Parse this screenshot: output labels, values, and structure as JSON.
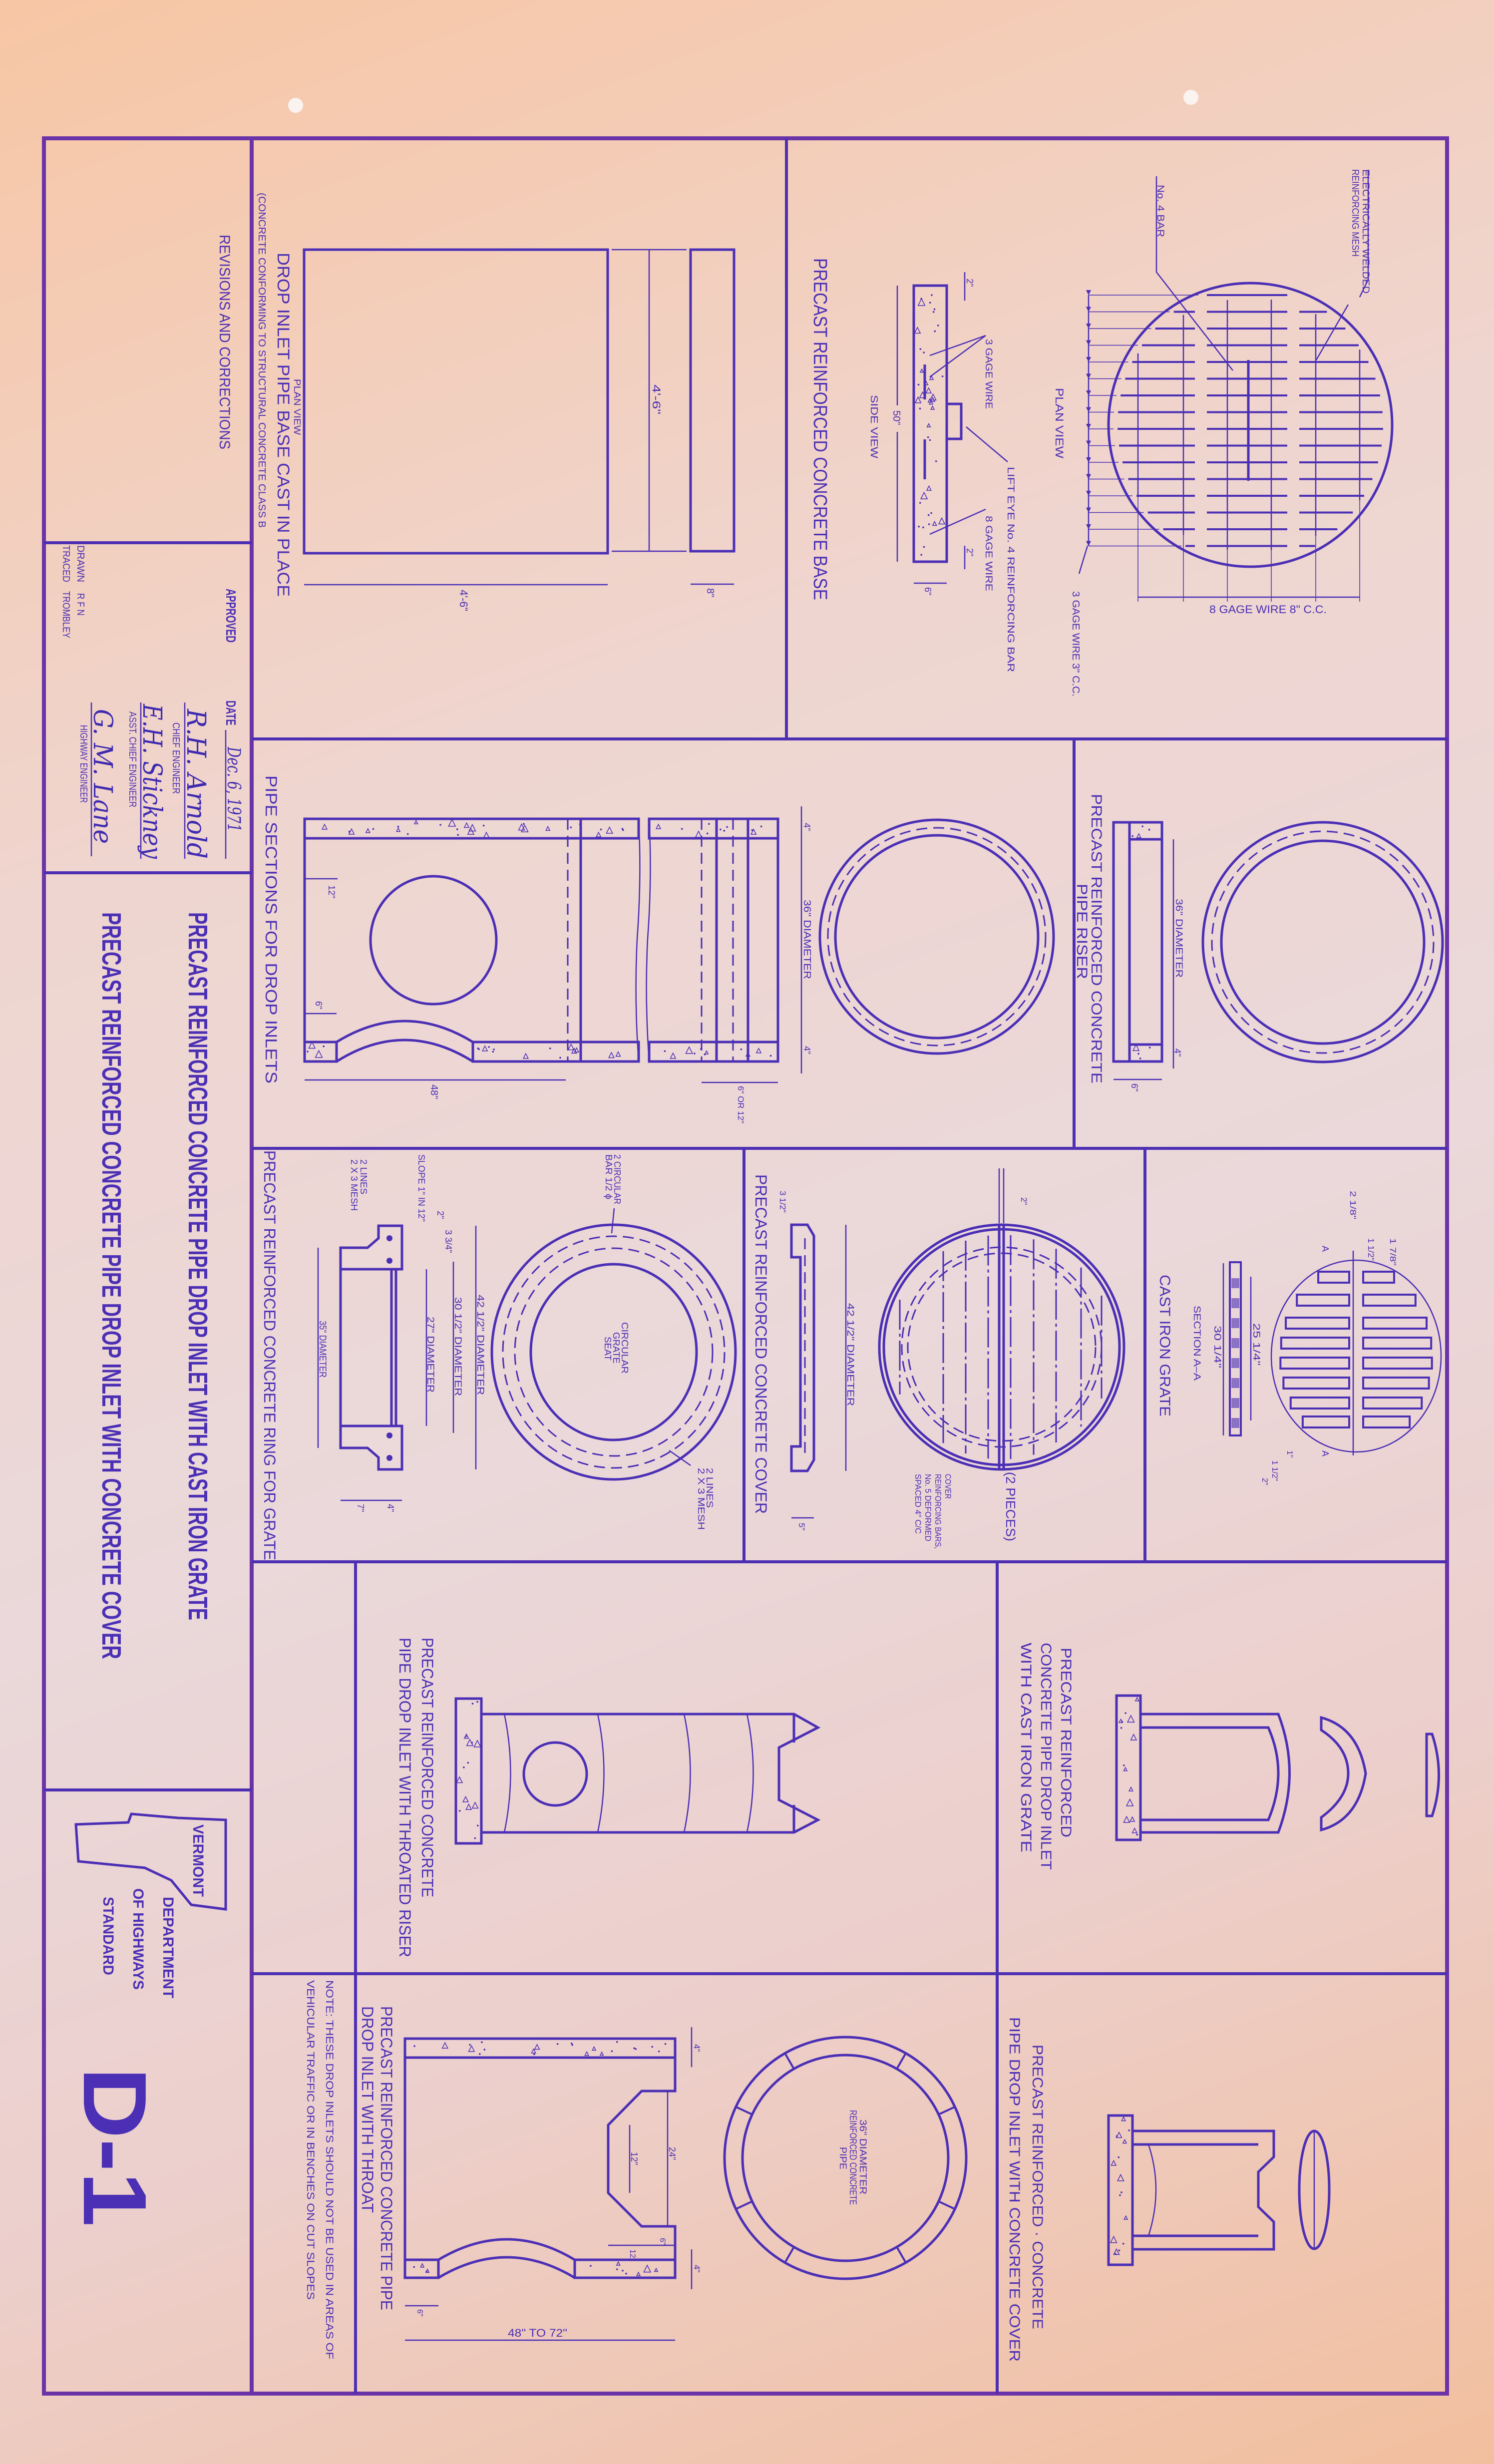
{
  "colors": {
    "ink": "#4b2fb5",
    "frame": "#6b33a8",
    "paper": "#efd5cf"
  },
  "title_block": {
    "revisions_label": "REVISIONS AND CORRECTIONS",
    "approved_label": "APPROVED",
    "date_label": "DATE",
    "date_value": "Dec. 6, 1971",
    "signatures": [
      {
        "name": "R.H. Arnold",
        "role": "CHIEF ENGINEER"
      },
      {
        "name": "E.H. Stickney",
        "role": "ASST. CHIEF ENGINEER"
      },
      {
        "name": "G. M. Lane",
        "role": "HIGHWAY ENGINEER"
      }
    ],
    "drawn_label": "DRAWN",
    "drawn_value": "R F N",
    "traced_label": "TRACED",
    "traced_value": "TROMBLEY",
    "sheet_title_1": "PRECAST REINFORCED CONCRETE PIPE DROP INLET WITH CAST IRON GRATE",
    "sheet_title_2": "PRECAST REINFORCED CONCRETE PIPE DROP INLET WITH CONCRETE COVER",
    "agency": {
      "state": "VERMONT",
      "line1": "DEPARTMENT",
      "line2": "OF HIGHWAYS",
      "line3": "STANDARD"
    },
    "sheet_number": "D-1"
  },
  "panels": {
    "pipe_base": {
      "title": "DROP INLET PIPE BASE CAST IN PLACE",
      "view": "PLAN VIEW",
      "note": "(CONCRETE CONFORMING TO STRUCTURAL CONCRETE CLASS B",
      "dim_length": "4'-6\"",
      "dim_width": "4'-6\"",
      "dim_thickness": "8\""
    },
    "precast_base": {
      "title": "PRECAST REINFORCED CONCRETE BASE",
      "mesh_label_1": "ELECTRICALLY WELDED",
      "mesh_label_2": "REINFORCING MESH",
      "bar_label": "No. 4 BAR",
      "plan_view": "PLAN VIEW",
      "wire_3_label": "3 GAGE WIRE 3\" C.C.",
      "wire_8_label": "8 GAGE WIRE 8\" C.C.",
      "side_view": "SIDE VIEW",
      "dim_50": "50\"",
      "side_wire_3": "3 GAGE WIRE",
      "lift_eye": "LIFT EYE  No. 4 REINFORCING BAR",
      "side_wire_8": "8 GAGE WIRE",
      "dim_2_top": "2\"",
      "dim_2_bottom": "2\"",
      "dim_6": "6\""
    },
    "pipe_sections": {
      "title": "PIPE SECTIONS FOR DROP INLETS",
      "diameter": "36\" DIAMETER",
      "wall_top": "4\"",
      "wall_bottom": "4\"",
      "length": "48\"",
      "hole_offset": "12\"",
      "arch_offset": "6\"",
      "joint": "6\" OR 12\""
    },
    "riser": {
      "title_1": "PRECAST   REINFORCED   CONCRETE",
      "title_2": "PIPE RISER",
      "diameter": "36\" DIAMETER",
      "wall": "4\"",
      "height": "6\""
    },
    "ring": {
      "title": "PRECAST REINFORCED CONCRETE RING FOR GRATE",
      "bar_1": "2 CIRCULAR",
      "bar_2": "BAR 1/2 ϕ",
      "seat_1": "CIRCULAR",
      "seat_2": "GRATE",
      "seat_3": "SEAT",
      "mesh_1": "2 LINES",
      "mesh_2": "2 X 3 MESH",
      "d_42": "42 1/2\" DIAMETER",
      "d_30": "30 1/2\" DIAMETER",
      "d_27": "27\" DIAMETER",
      "d_35": "35\" DIAMETER",
      "slope": "SLOPE 1\" IN 12\"",
      "sec_mesh_1": "2 LINES",
      "sec_mesh_2": "2 X 3 MESH",
      "dim_334": "3 3/4\"",
      "dim_2": "2\"",
      "dim_7": "7\"",
      "dim_4": "4\""
    },
    "cover": {
      "title": "PRECAST REINFORCED CONCRETE COVER",
      "diameter": "42 1/2\" DIAMETER",
      "pieces": "(2 PIECES)",
      "note": [
        "COVER",
        "REINFORCING BARS,",
        "No. 5 DEFORMED",
        "SPACED 4\" C/C"
      ],
      "dim_312": "3 1/2\"",
      "dim_gap": "2\"",
      "dim_5": "5\""
    },
    "grate": {
      "title": "CAST IRON GRATE",
      "section": "SECTION  A–A",
      "d_25": "25 1/4\"",
      "d_30": "30 1/4\"",
      "d_218": "2 1/8\"",
      "d_112": "1 1/2\"",
      "d_178": "1 7/8\"",
      "section_mark": "A",
      "d_1": "1\"",
      "d_112b": "1 1/2\"",
      "d_2": "2\""
    },
    "throated_riser": {
      "title_1": "PRECAST REINFORCED CONCRETE",
      "title_2": "PIPE DROP INLET WITH THROATED RISER"
    },
    "grate_inlet": {
      "title_1": "PRECAST REINFORCED",
      "title_2": "CONCRETE PIPE DROP INLET",
      "title_3": "WITH CAST IRON GRATE"
    },
    "cover_inlet": {
      "title_1": "PRECAST REINFORCED · CONCRETE",
      "title_2": "PIPE DROP INLET WITH CONCRETE COVER"
    },
    "throat": {
      "title_1": "PRECAST REINFORCED CONCRETE PIPE",
      "title_2": "DROP INLET WITH THROAT",
      "note_1": "NOTE: THESE DROP INLETS SHOULD NOT BE USED IN AREAS OF",
      "note_2": "VEHICULAR TRAFFIC OR IN BENCHES ON CUT SLOPES",
      "pipe_1": "36\" DIAMETER",
      "pipe_2": "REINFORCED CONCRETE",
      "pipe_3": "PIPE",
      "wall_top": "4\"",
      "wall_bottom": "4\"",
      "throat": "24\"",
      "throat_inner": "12\"",
      "lip": "6\"",
      "lip_depth": "12\"",
      "arch_offset": "6\"",
      "length": "48\" TO 72\""
    }
  }
}
